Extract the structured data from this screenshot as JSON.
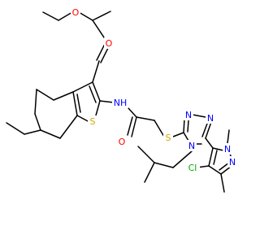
{
  "molecule": {
    "atoms": [
      {
        "id": "O1",
        "text": "O",
        "color": "#ff0000"
      },
      {
        "id": "O2",
        "text": "O",
        "color": "#ff0000"
      },
      {
        "id": "NH",
        "text": "NH",
        "color": "#0000ff"
      },
      {
        "id": "S1",
        "text": "S",
        "color": "#ccaa00"
      },
      {
        "id": "O3",
        "text": "O",
        "color": "#ff0000"
      },
      {
        "id": "S2",
        "text": "S",
        "color": "#ccaa00"
      },
      {
        "id": "N1",
        "text": "N",
        "color": "#0000ff"
      },
      {
        "id": "N2",
        "text": "N",
        "color": "#0000ff"
      },
      {
        "id": "N3",
        "text": "N",
        "color": "#0000ff"
      },
      {
        "id": "N4",
        "text": "N",
        "color": "#0000ff"
      },
      {
        "id": "N5",
        "text": "N",
        "color": "#0000ff"
      },
      {
        "id": "Cl",
        "text": "Cl",
        "color": "#00aa00"
      }
    ]
  }
}
